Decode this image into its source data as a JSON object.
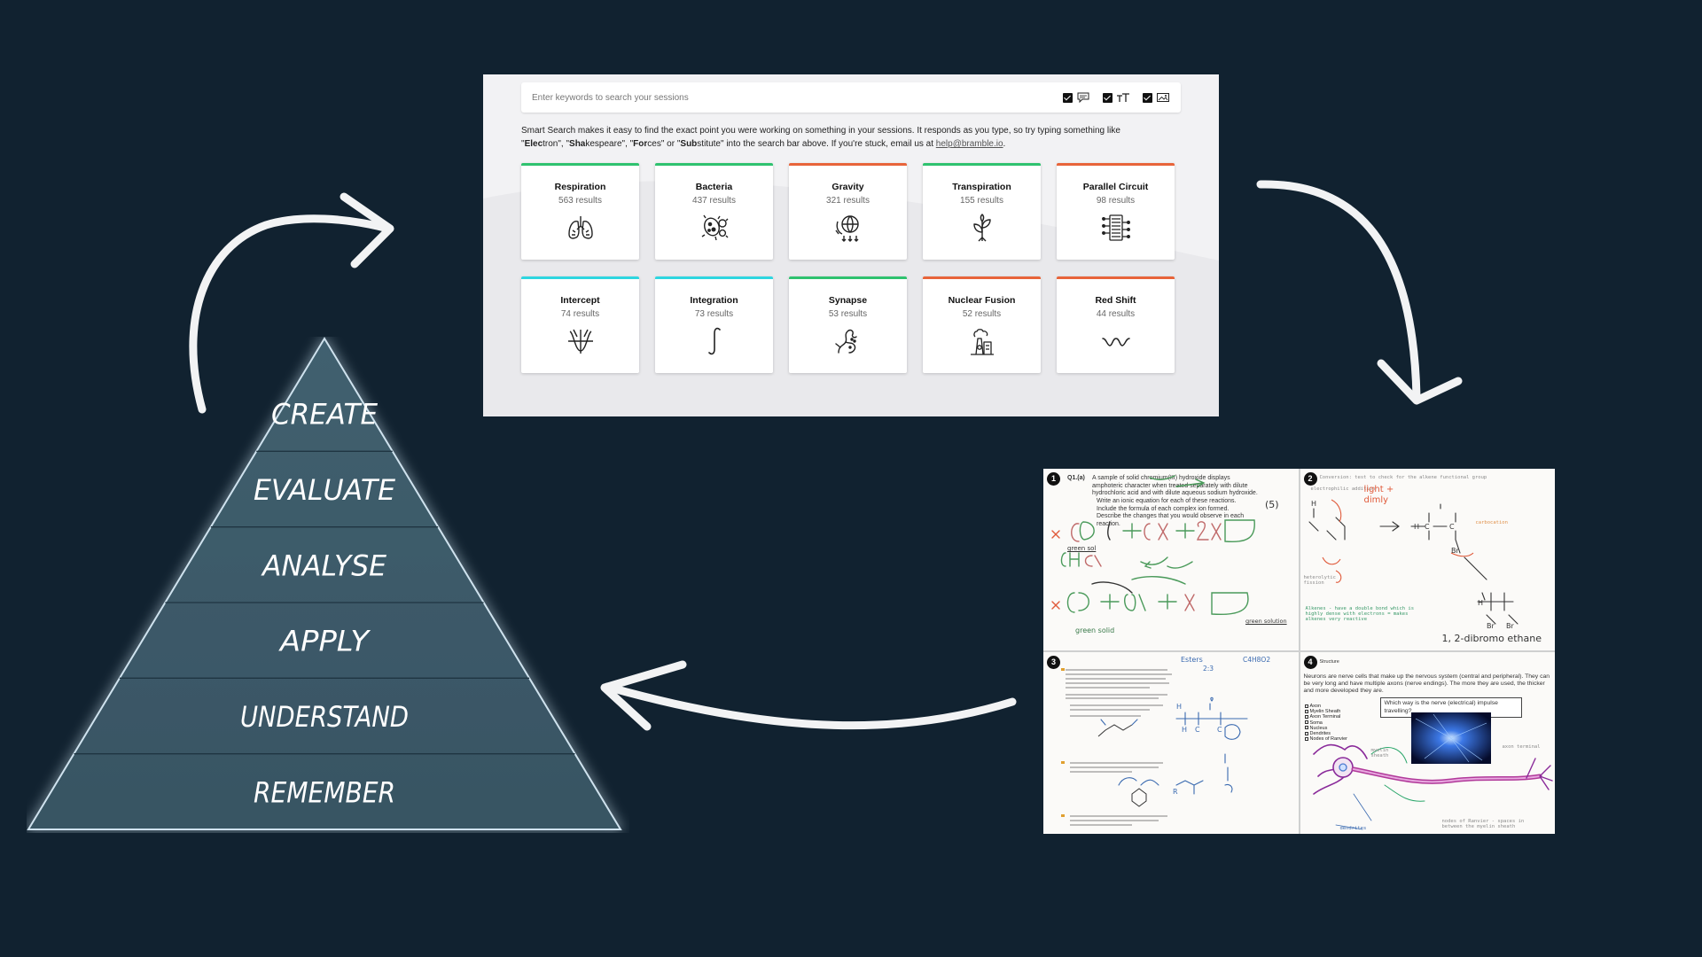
{
  "search": {
    "placeholder": "Enter keywords to search your sessions",
    "filters": [
      {
        "icon": "speech-bubble-icon",
        "checked": true
      },
      {
        "icon": "text-size-icon",
        "checked": true
      },
      {
        "icon": "image-icon",
        "checked": true
      }
    ]
  },
  "intro": {
    "line1": "Smart Search makes it easy to find the exact point you were working on something in your sessions. It responds as you type, so try typing something like",
    "q1": "\"",
    "e1b": "Elec",
    "e1r": "tron",
    "q2": "\", \"",
    "e2b": "Sha",
    "e2r": "kespeare",
    "q3": "\", \"",
    "e3b": "For",
    "e3r": "ces",
    "q4": "\" or \"",
    "e4b": "Sub",
    "e4r": "stitute",
    "tail": "\" into the search bar above. If you're stuck, email us at ",
    "email": "help@bramble.io",
    "end": "."
  },
  "topics": [
    {
      "title": "Respiration",
      "count": "563 results",
      "color": "#2fc26f",
      "icon": "lungs-icon"
    },
    {
      "title": "Bacteria",
      "count": "437 results",
      "color": "#2fc26f",
      "icon": "bacteria-icon"
    },
    {
      "title": "Gravity",
      "count": "321 results",
      "color": "#e8643a",
      "icon": "globe-gravity-icon"
    },
    {
      "title": "Transpiration",
      "count": "155 results",
      "color": "#2fc26f",
      "icon": "plant-icon"
    },
    {
      "title": "Parallel Circuit",
      "count": "98 results",
      "color": "#e8643a",
      "icon": "circuit-icon"
    },
    {
      "title": "Intercept",
      "count": "74 results",
      "color": "#2ed6e0",
      "icon": "graph-intercept-icon"
    },
    {
      "title": "Integration",
      "count": "73 results",
      "color": "#2ed6e0",
      "icon": "integral-icon"
    },
    {
      "title": "Synapse",
      "count": "53 results",
      "color": "#2fc26f",
      "icon": "synapse-icon"
    },
    {
      "title": "Nuclear Fusion",
      "count": "52 results",
      "color": "#e8643a",
      "icon": "nuclear-plant-icon"
    },
    {
      "title": "Red Shift",
      "count": "44 results",
      "color": "#e8643a",
      "icon": "wave-icon"
    }
  ],
  "pyramid": {
    "levels": [
      "CREATE",
      "EVALUATE",
      "ANALYSE",
      "APPLY",
      "UNDERSTAND",
      "REMEMBER"
    ],
    "fill": "#3c5a6b"
  },
  "notes": [
    {
      "number": "1",
      "label": "Q1.(a)",
      "caption": "A sample of solid chromium(III) hydroxide displays amphoteric character when treated separately with dilute hydrochloric acid and with dilute aqueous sodium hydroxide.",
      "sub1": "Write an ionic equation for each of these reactions. Include the formula of each complex ion formed.",
      "sub2": "Describe the changes that you would observe in each reaction.",
      "marks": "(5)",
      "hand1": "green sol",
      "hand2": "green solid",
      "hand3": "green solution"
    },
    {
      "number": "2",
      "mono1": "Conversion: test to check for the alkene functional group",
      "mono2": "electrophilic addition",
      "mono3": "carbocation",
      "mono4": "heterolytic fission",
      "mono5": "Alkenes - have a double bond which is highly dense with electrons = makes alkenes very reactive",
      "hand1": "light + dimly",
      "hand2": "1, 2-dibromo ethane"
    },
    {
      "number": "3",
      "hand1": "Esters",
      "hand2": "C4H8O2",
      "hand3": "2:3"
    },
    {
      "number": "4",
      "heading": "Structure",
      "caption": "Neurons are nerve cells that make up the nervous system (central and peripheral). They can be very long and have multiple axons (nerve endings). The more they are used, the thicker and more developed they are.",
      "question": "Which way is the nerve (electrical) impulse travelling?",
      "parts": [
        "Axon",
        "Myelin Sheath",
        "Axon Terminal",
        "Soma",
        "Nucleus",
        "Dendrites",
        "Nodes of Ranvier"
      ],
      "mono1": "myelin sheath",
      "mono2": "axon terminal",
      "mono3": "dendrites",
      "mono4": "nodes of Ranvier - spaces in between the myelin sheath"
    }
  ]
}
